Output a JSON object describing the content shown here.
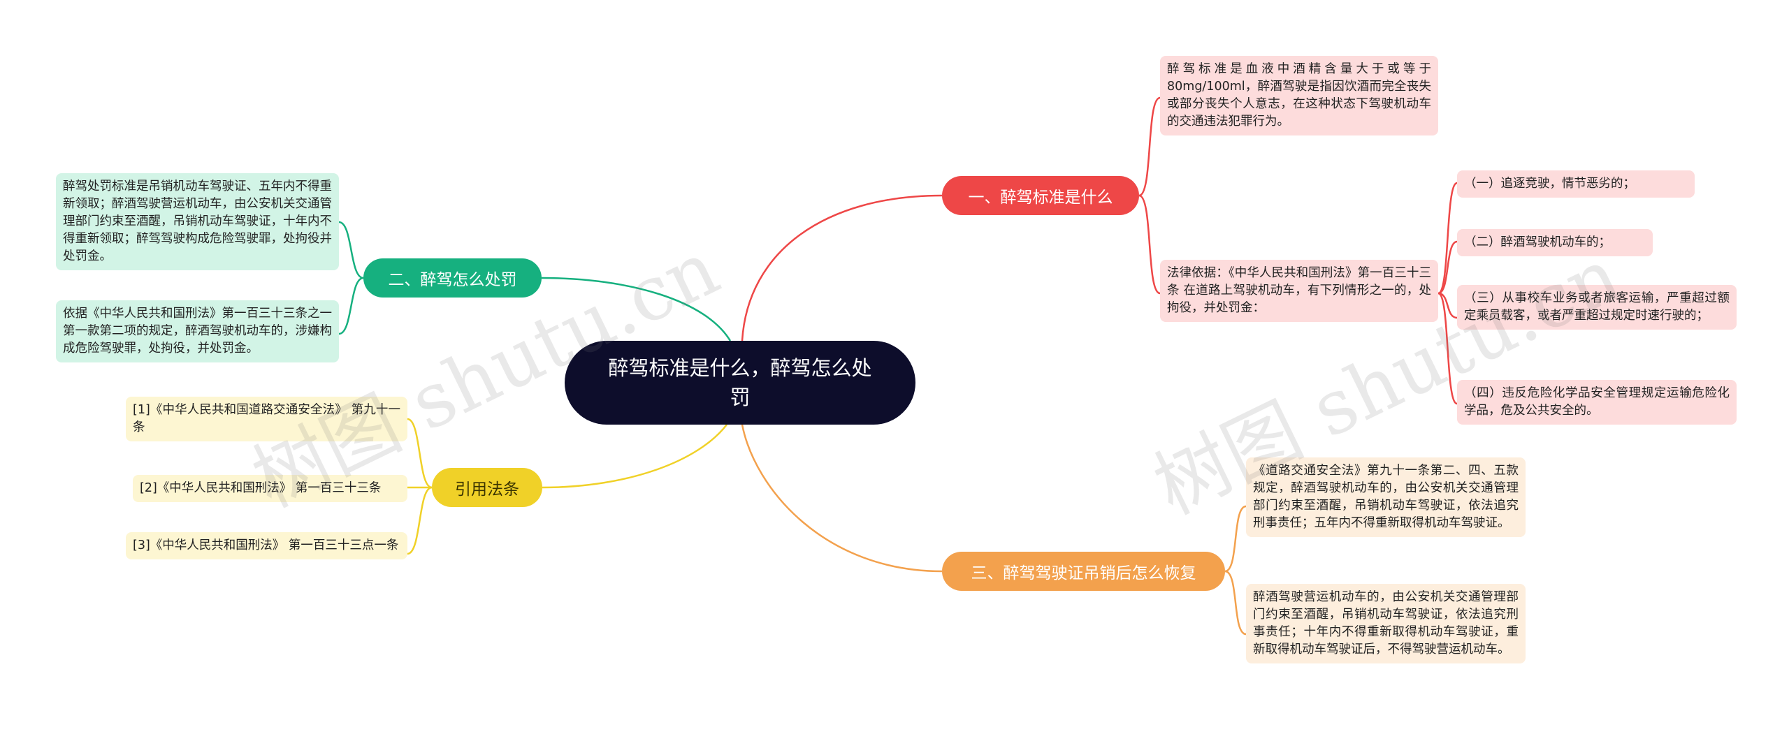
{
  "root": {
    "title": "醉驾标准是什么，醉驾怎么处罚"
  },
  "branches": {
    "b1": {
      "label": "一、醉驾标准是什么",
      "leaf1": "醉驾标准是血液中酒精含量大于或等于80mg/100ml，醉酒驾驶是指因饮酒而完全丧失或部分丧失个人意志，在这种状态下驾驶机动车的交通违法犯罪行为。",
      "leaf2": "法律依据：《中华人民共和国刑法》第一百三十三条 在道路上驾驶机动车，有下列情形之一的，处拘役，并处罚金：",
      "sub": [
        "（一）追逐竞驶，情节恶劣的；",
        "（二）醉酒驾驶机动车的；",
        "（三）从事校车业务或者旅客运输，严重超过额定乘员载客，或者严重超过规定时速行驶的；",
        "（四）违反危险化学品安全管理规定运输危险化学品，危及公共安全的。"
      ]
    },
    "b2": {
      "label": "二、醉驾怎么处罚",
      "leaf1": "醉驾处罚标准是吊销机动车驾驶证、五年内不得重新领取；醉酒驾驶营运机动车，由公安机关交通管理部门约束至酒醒，吊销机动车驾驶证，十年内不得重新领取；醉驾驾驶构成危险驾驶罪，处拘役并处罚金。",
      "leaf2": "依据《中华人民共和国刑法》第一百三十三条之一第一款第二项的规定，醉酒驾驶机动车的，涉嫌构成危险驾驶罪，处拘役，并处罚金。"
    },
    "b3": {
      "label": "三、醉驾驾驶证吊销后怎么恢复",
      "leaf1": "《道路交通安全法》第九十一条第二、四、五款规定，醉酒驾驶机动车的，由公安机关交通管理部门约束至酒醒，吊销机动车驾驶证，依法追究刑事责任；五年内不得重新取得机动车驾驶证。",
      "leaf2": "醉酒驾驶营运机动车的，由公安机关交通管理部门约束至酒醒，吊销机动车驾驶证，依法追究刑事责任；十年内不得重新取得机动车驾驶证，重新取得机动车驾驶证后，不得驾驶营运机动车。"
    },
    "b4": {
      "label": "引用法条",
      "leaves": [
        "[1]《中华人民共和国道路交通安全法》 第九十一条",
        "[2]《中华人民共和国刑法》 第一百三十三条",
        "[3]《中华人民共和国刑法》 第一百三十三点一条"
      ]
    }
  },
  "watermark": "树图 shutu.cn",
  "colors": {
    "root": "#0d0d2b",
    "b1": "#ee4747",
    "b2": "#16b07f",
    "b3": "#f3a14d",
    "b4": "#f0d128"
  }
}
